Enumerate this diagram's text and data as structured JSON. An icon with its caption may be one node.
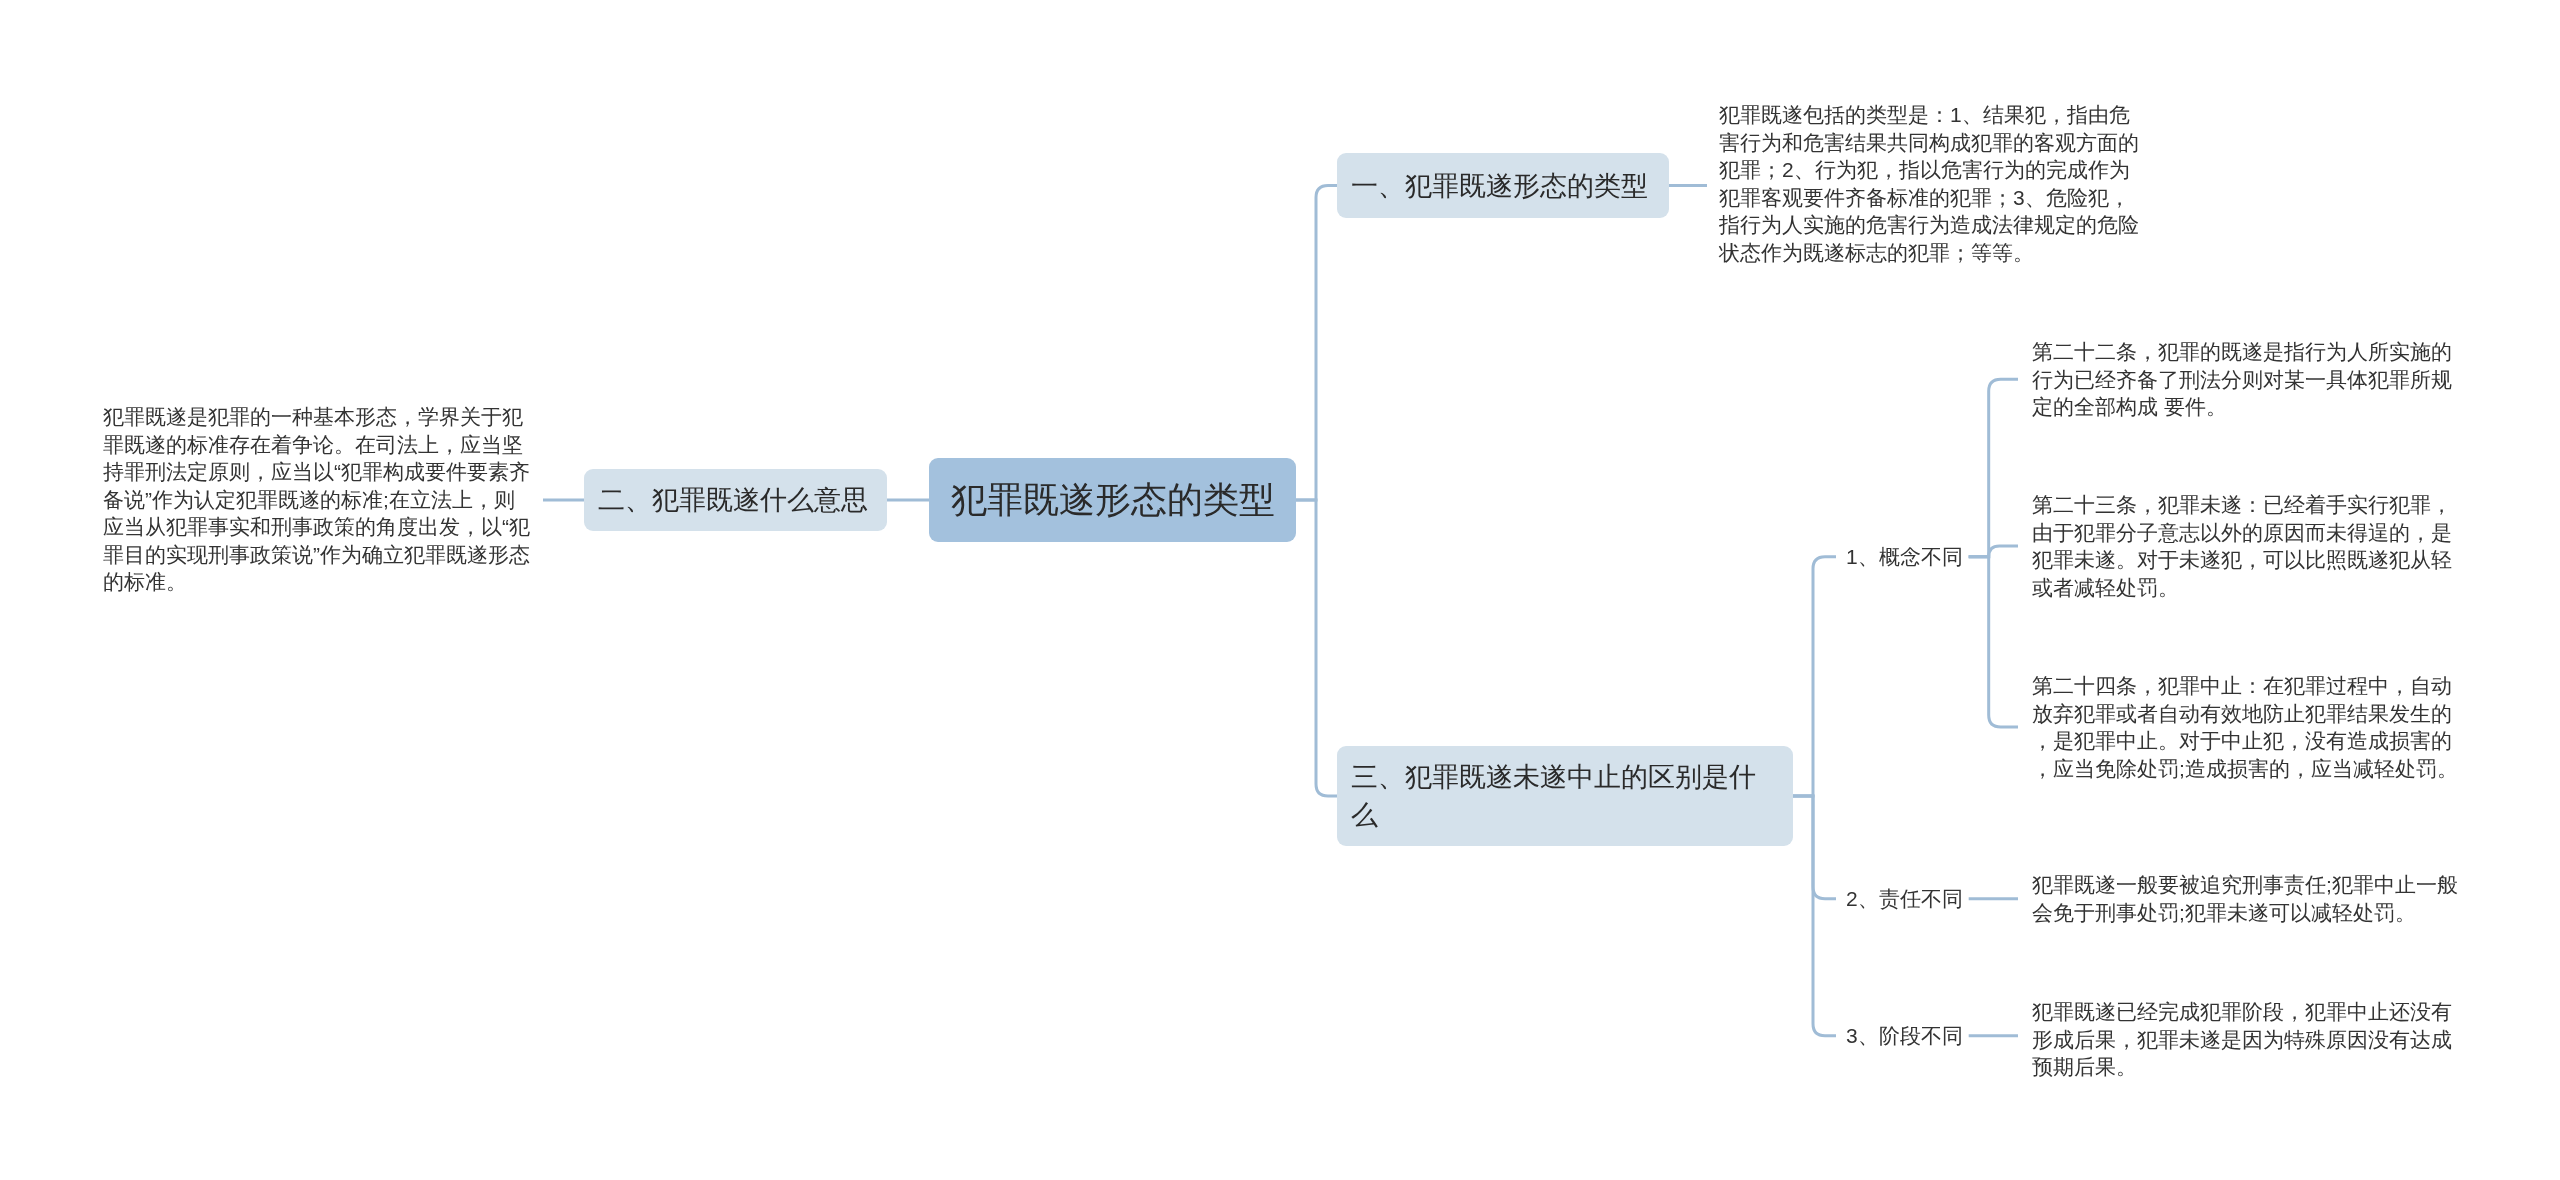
{
  "diagram": {
    "nodes": [
      {
        "text": [
          "犯罪既遂形态的类型"
        ]
      },
      {
        "text": [
          "一、犯罪既遂形态的类型"
        ]
      },
      {
        "text": [
          "犯罪既遂包括的类型是：1、结果犯，指由危害行为和危害结果共同构成犯罪的客观方面的犯罪；2、行为犯，指以危害行为的完成作为犯罪客观要件齐备标准的犯罪；3、危险犯，指行为人实施的危害行为造成法律规定的危险状态作为既遂标志的犯罪；等等。"
        ]
      },
      {
        "text": [
          "二、犯罪既遂什么意思"
        ]
      },
      {
        "text": [
          "犯罪既遂是犯罪的一种基本形态，学界关于犯罪既遂的标准存在着争论。在司法上，应当坚持罪刑法定原则，应当以“犯罪构成要件要素齐备说”作为认定犯罪既遂的标准;在立法上，则应当从犯罪事实和刑事政策的角度出发，以“犯罪目的实现刑事政策说”作为确立犯罪既遂形态的标准。"
        ]
      },
      {
        "text": [
          "三、犯罪既遂未遂中止的区别是什么"
        ]
      },
      {
        "text": [
          "1、概念不同"
        ]
      },
      {
        "text": [
          "第二十二条，犯罪的既遂是指行为人所实施的行为已经齐备了刑法分则对某一具体犯罪所规定的全部构成 要件。"
        ]
      },
      {
        "text": [
          "第二十三条，犯罪未遂：已经着手实行犯罪，由于犯罪分子意志以外的原因而未得逞的，是犯罪未遂。对于未遂犯，可以比照既遂犯从轻或者减轻处罚。"
        ]
      },
      {
        "text": [
          "第二十四条，犯罪中止：在犯罪过程中，自动放弃犯罪或者自动有效地防止犯罪结果发生的，是犯罪中止。对于中止犯，没有造成损害的，应当免除处罚;造成损害的，应当减轻处罚。"
        ]
      },
      {
        "text": [
          "2、责任不同"
        ]
      },
      {
        "text": [
          "犯罪既遂一般要被追究刑事责任;犯罪中止一般会免于刑事处罚;犯罪未遂可以减轻处罚。"
        ]
      },
      {
        "text": [
          "3、阶段不同"
        ]
      },
      {
        "text": [
          "犯罪既遂已经完成犯罪阶段，犯罪中止还没有形成后果，犯罪未遂是因为特殊原因没有达成预期后果。"
        ]
      }
    ],
    "edges": [
      {
        "from": 0,
        "to": 1,
        "arrow": "none"
      },
      {
        "from": 1,
        "to": 2,
        "arrow": "none"
      },
      {
        "from": 0,
        "to": 3,
        "arrow": "none"
      },
      {
        "from": 3,
        "to": 4,
        "arrow": "none"
      },
      {
        "from": 0,
        "to": 5,
        "arrow": "none"
      },
      {
        "from": 5,
        "to": 6,
        "arrow": "none"
      },
      {
        "from": 6,
        "to": 7,
        "arrow": "none"
      },
      {
        "from": 6,
        "to": 8,
        "arrow": "none"
      },
      {
        "from": 6,
        "to": 9,
        "arrow": "none"
      },
      {
        "from": 5,
        "to": 10,
        "arrow": "none"
      },
      {
        "from": 10,
        "to": 11,
        "arrow": "none"
      },
      {
        "from": 5,
        "to": 12,
        "arrow": "none"
      },
      {
        "from": 12,
        "to": 13,
        "arrow": "none"
      }
    ]
  }
}
